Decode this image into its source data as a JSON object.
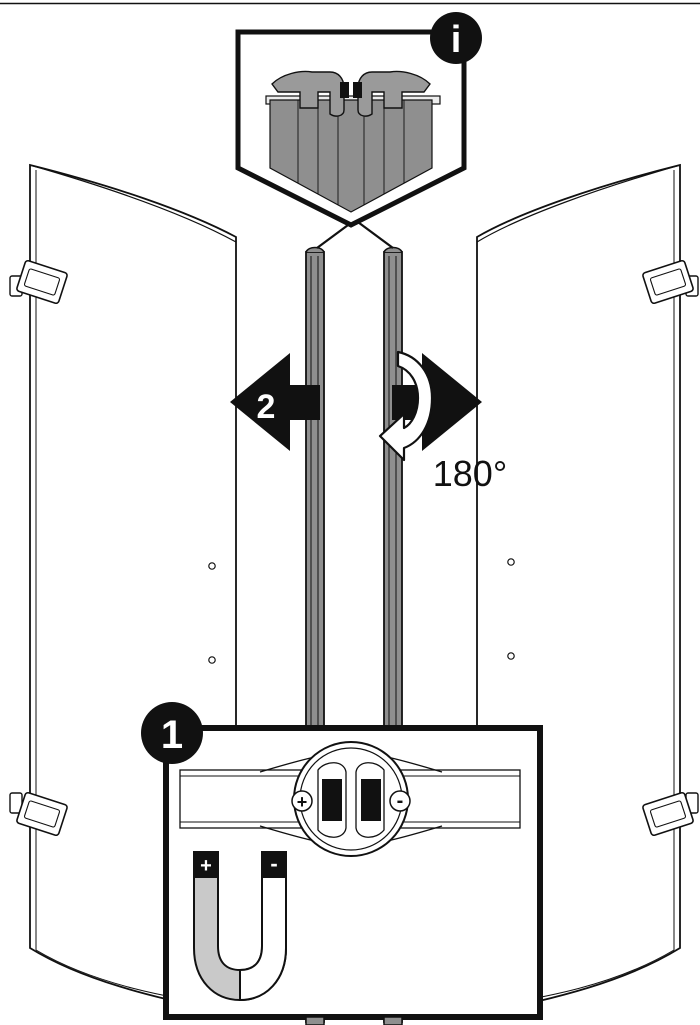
{
  "diagram": {
    "step_badges": {
      "info": "i",
      "step_one": "1",
      "step_two": "2"
    },
    "rotation_label": "180°",
    "polarity": {
      "plus": "+",
      "minus": "-"
    },
    "colors": {
      "seal_gray": "#8f8f8f",
      "seal_dark": "#6e6e6e",
      "line": "#111111",
      "panel": "#ffffff",
      "badge": "#111111",
      "magnet_light": "#c9c9c9"
    }
  }
}
